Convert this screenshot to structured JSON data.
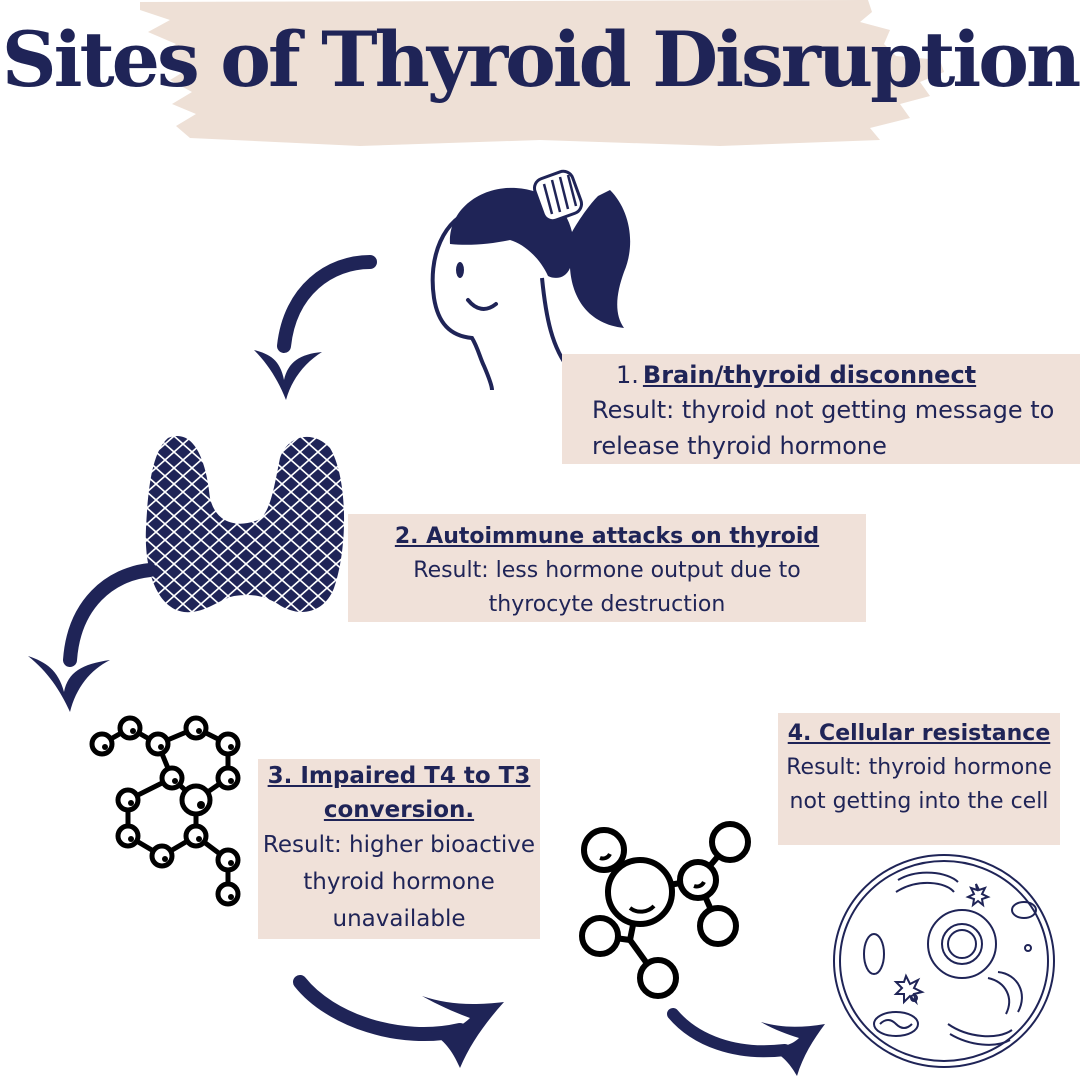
{
  "title": "Sites of Thyroid Disruption",
  "colors": {
    "navy": "#1f2457",
    "accent_bg": "#f0e1d9",
    "brush": "#eee0d6"
  },
  "steps": [
    {
      "number": "1.",
      "heading": "Brain/thyroid disconnect ",
      "result": "Result: thyroid not getting message to release thyroid hormone",
      "icon": "woman-head-icon"
    },
    {
      "heading": "2. Autoimmune attacks on thyroid ",
      "result_line1": "Result: less hormone output due to",
      "result_line2": "thyrocyte destruction",
      "icon": "thyroid-gland-icon"
    },
    {
      "heading_line1": "3. Impaired T4 to T3",
      "heading_line2": "conversion. ",
      "result_line1": "Result: higher bioactive",
      "result_line2": "thyroid hormone",
      "result_line3": "unavailable",
      "icon": "molecule-chain-icon"
    },
    {
      "heading": "4. Cellular resistance",
      "result_line1": "Result: thyroid hormone",
      "result_line2": "not getting into the cell",
      "icon": "cell-icon"
    }
  ]
}
